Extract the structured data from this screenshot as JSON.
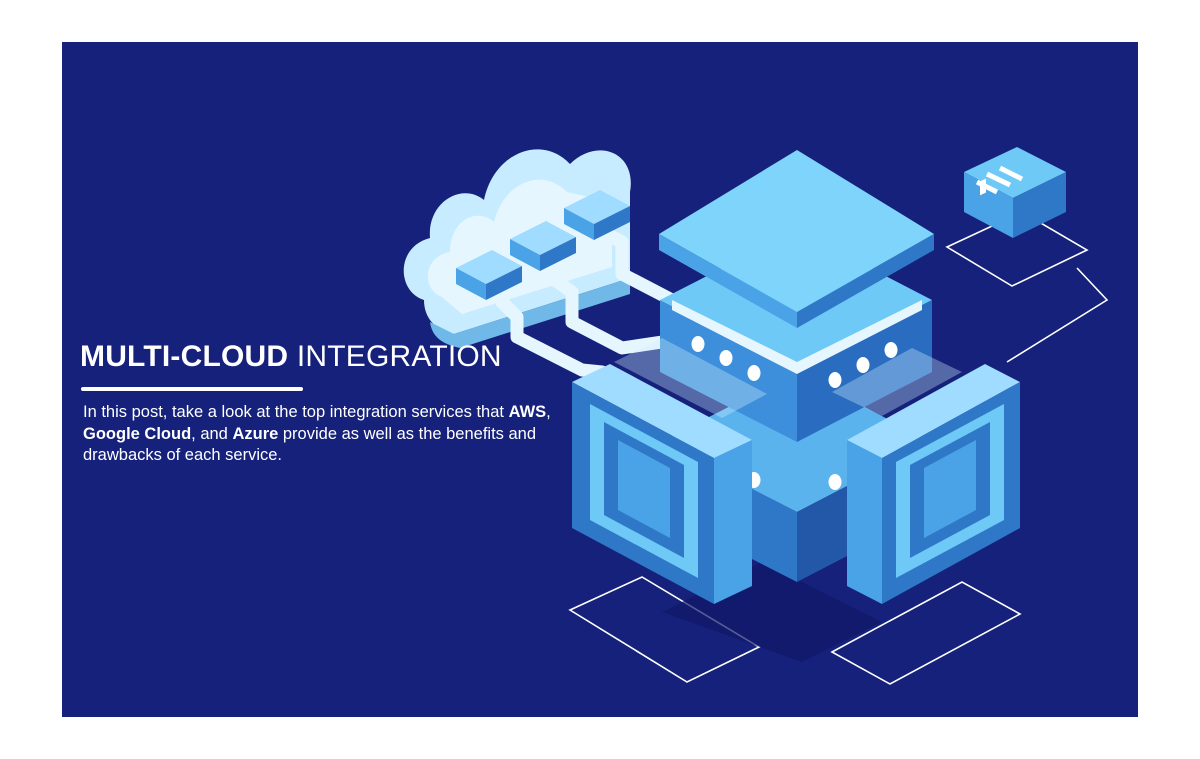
{
  "banner": {
    "background_color": "#15217a",
    "accent_colors": [
      "#6ec9f7",
      "#4aa3e6",
      "#2f78c8",
      "#2357a8"
    ],
    "title": {
      "bold": "MULTI-CLOUD",
      "regular": "INTEGRATION"
    },
    "description": {
      "part1": "In this post, take a look at the top integration services that ",
      "aws": "AWS",
      "sep1": ", ",
      "google": "Google Cloud",
      "sep2": ", and ",
      "azure": "Azure",
      "part2": " provide as well as the benefits and drawbacks of each service."
    },
    "illustration": {
      "icons": [
        "cloud-icon",
        "server-icon",
        "connector-icon",
        "panel-icon",
        "chip-icon"
      ]
    }
  }
}
